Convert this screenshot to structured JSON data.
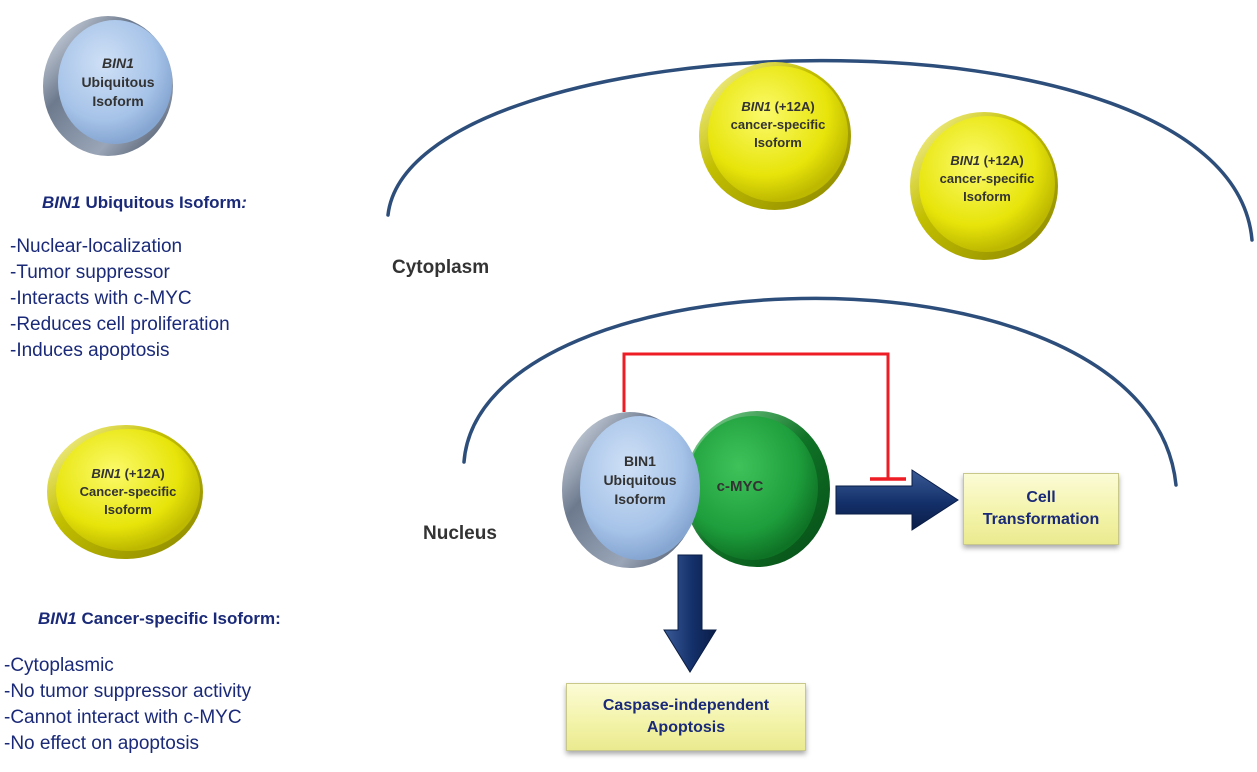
{
  "legend": {
    "ubiquitous_disc": {
      "line1": "BIN1",
      "line2": "Ubiquitous",
      "line3": "Isoform"
    },
    "ubiquitous_heading": {
      "italic": "BIN1",
      "rest": " Ubiquitous Isoform",
      "tail": ":"
    },
    "ubiquitous_items": [
      "-Nuclear-localization",
      "-Tumor suppressor",
      "-Interacts with c-MYC",
      "-Reduces cell proliferation",
      "-Induces apoptosis"
    ],
    "cancer_disc": {
      "italic": "BIN1",
      "rest": " (+12A)",
      "line2": "Cancer-specific",
      "line3": "Isoform"
    },
    "cancer_heading": {
      "italic": "BIN1",
      "rest": " Cancer-specific Isoform:"
    },
    "cancer_items": [
      "-Cytoplasmic",
      "-No tumor suppressor activity",
      "-Cannot interact with c-MYC",
      "-No effect on apoptosis"
    ]
  },
  "cell": {
    "cytoplasm_label": "Cytoplasm",
    "nucleus_label": "Nucleus",
    "cyto_disc": {
      "italic": "BIN1",
      "rest": " (+12A)",
      "line2": "cancer-specific",
      "line3": "Isoform"
    },
    "bin1_complex": {
      "line1": "BIN1",
      "line2": "Ubiquitous",
      "line3": "Isoform"
    },
    "cmyc_label": "c-MYC",
    "cell_transformation": {
      "line1": "Cell",
      "line2": "Transformation"
    },
    "apoptosis": {
      "line1": "Caspase-independent",
      "line2": "Apoptosis"
    }
  },
  "colors": {
    "membrane": "#2d4e7a",
    "inhibition": "#ee1c24",
    "arrow": "#14306a",
    "blue_disc": "#a9c6ea",
    "yellow_disc": "#e7e40a",
    "green_disc": "#1e9e3c",
    "text_blue": "#1a2a78"
  }
}
